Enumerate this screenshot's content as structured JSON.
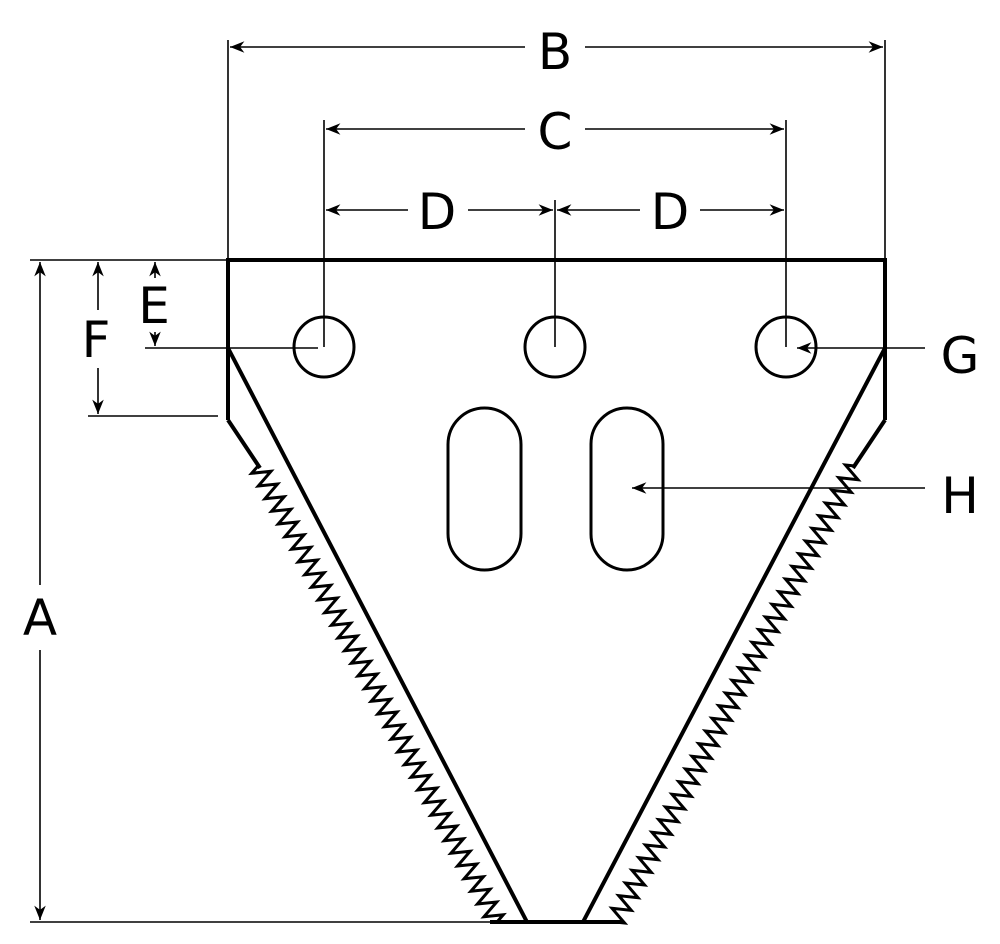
{
  "diagram": {
    "title_hidden": null,
    "labels": {
      "A": "A",
      "B": "B",
      "C": "C",
      "D_left": "D",
      "D_right": "D",
      "E": "E",
      "F": "F",
      "G": "G",
      "H": "H"
    },
    "colors": {
      "line": "#000000",
      "background": "#ffffff"
    }
  }
}
